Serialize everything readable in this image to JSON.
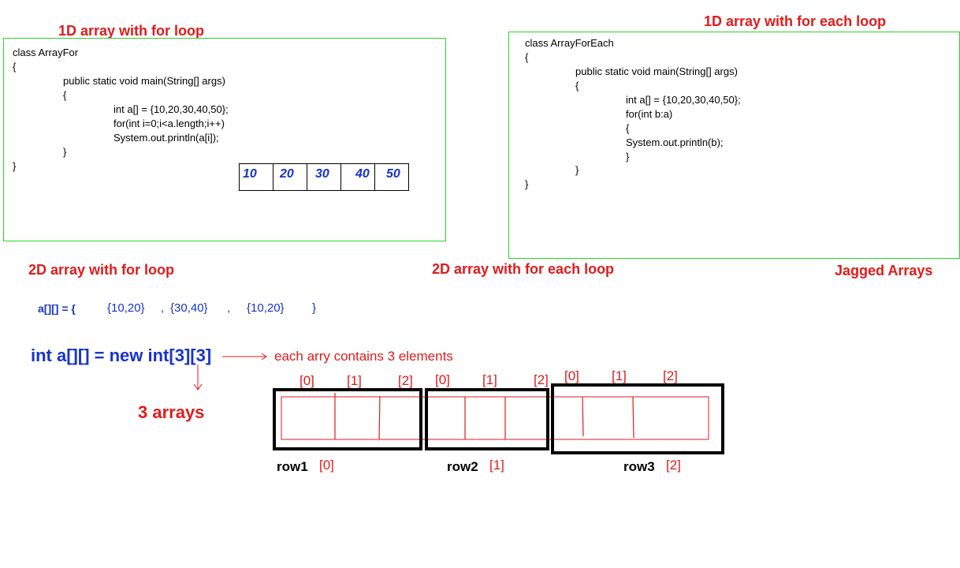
{
  "headings": {
    "h1d_for": "1D array with for loop",
    "h1d_foreach": "1D array with for each loop",
    "h2d_for": "2D array with for loop",
    "h2d_foreach": "2D array with for each loop",
    "jagged": "Jagged Arrays"
  },
  "code_for": [
    "class ArrayFor",
    "{",
    "public static void main(String[] args)",
    "{",
    "int a[] = {10,20,30,40,50};",
    "for(int i=0;i<a.length;i++)",
    "System.out.println(a[i]);",
    "}",
    "}"
  ],
  "code_foreach": [
    "class ArrayForEach",
    "{",
    "public static void main(String[] args)",
    "{",
    "int a[] = {10,20,30,40,50};",
    "for(int b:a)",
    "{",
    "System.out.println(b);",
    "}",
    "}",
    "}"
  ],
  "array_cells": [
    "10",
    "20",
    "30",
    "40",
    "50"
  ],
  "twod_literal": {
    "lhs": "a[][] = {",
    "g1": "{10,20}",
    "sep1": ",",
    "g2": "{30,40}",
    "sep2": ",",
    "g3": "{10,20}",
    "close": "}"
  },
  "declaration": "int a[][] = new int[3][3]",
  "annotation_elements": "each arry contains 3 elements",
  "annotation_arrays": "3 arrays",
  "col_index": [
    "[0]",
    "[1]",
    "[2]"
  ],
  "rows": [
    {
      "label": "row1",
      "index": "[0]"
    },
    {
      "label": "row2",
      "index": "[1]"
    },
    {
      "label": "row3",
      "index": "[2]"
    }
  ],
  "colors": {
    "heading": "#e01b1b",
    "code_blue": "#1733c9",
    "box_border": "#2bd42b"
  }
}
